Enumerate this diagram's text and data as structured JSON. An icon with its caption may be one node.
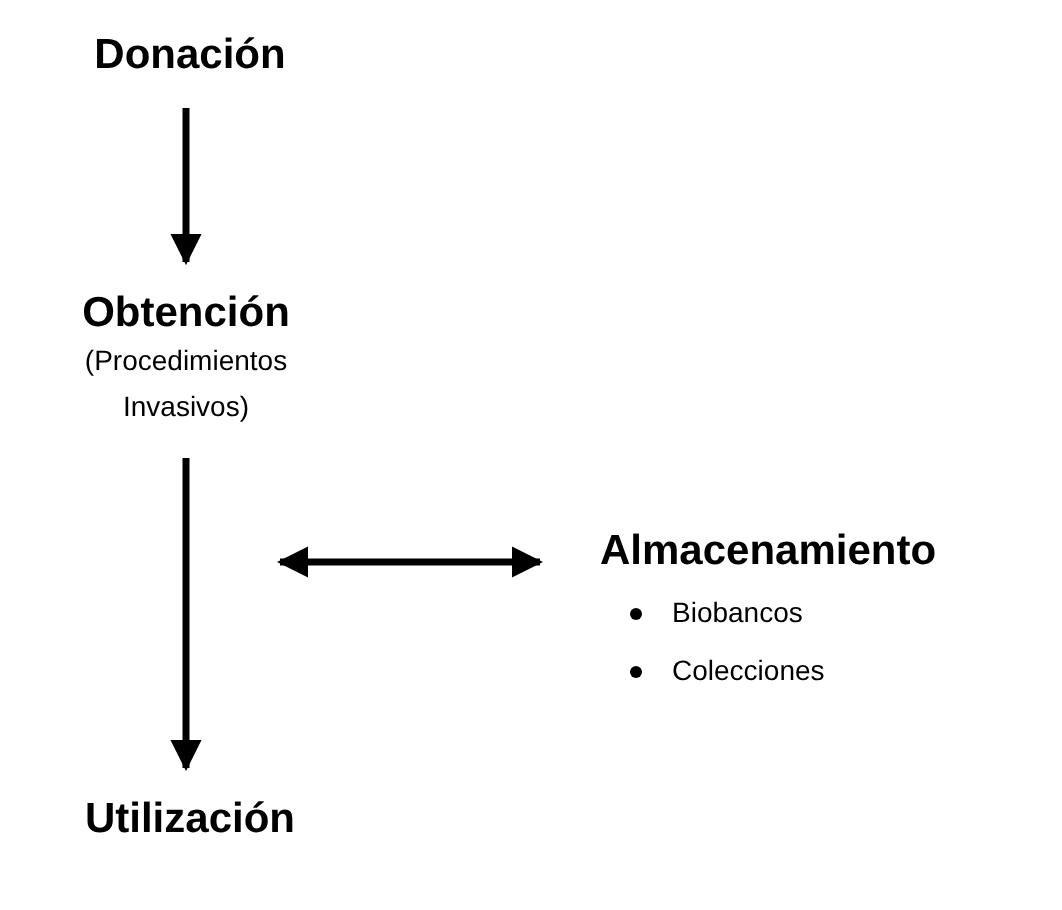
{
  "diagram": {
    "nodes": [
      {
        "text": [
          "Donación"
        ]
      },
      {
        "text": [
          "Obtención",
          "(Procedimientos Invasivos)"
        ]
      },
      {
        "text": [
          "Almacenamiento",
          "Biobancos",
          "Colecciones"
        ]
      },
      {
        "text": [
          "Utilización"
        ]
      }
    ],
    "edges": [
      {
        "from": 0,
        "to": 1,
        "arrow": "to"
      },
      {
        "from": 1,
        "to": 3,
        "arrow": "to"
      },
      {
        "from": null,
        "to": 2,
        "arrow": "both"
      }
    ]
  }
}
